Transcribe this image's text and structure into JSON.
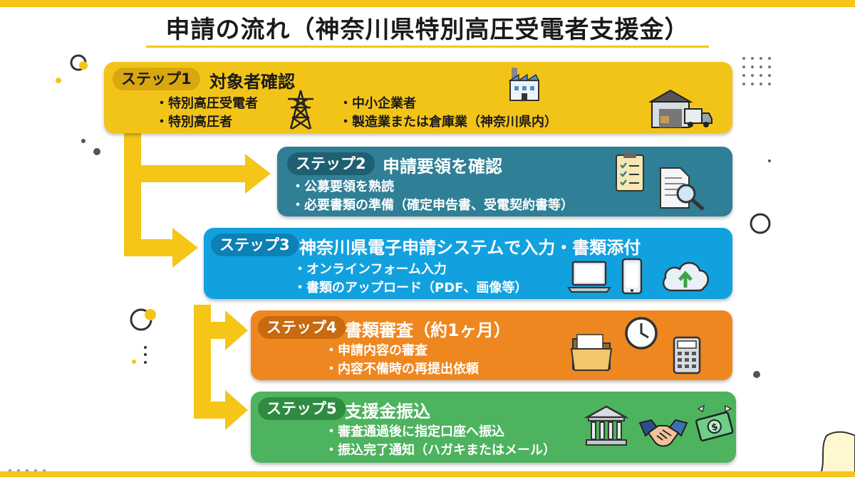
{
  "title": "申請の流れ（神奈川県特別高圧受電者支援金）",
  "colors": {
    "yellow": "#f3c418",
    "teal": "#2f7f96",
    "blue": "#12a1df",
    "orange": "#ee8720",
    "green": "#4db35e"
  },
  "steps": [
    {
      "badge": "ステップ1",
      "title": "対象者確認",
      "bullets_left": [
        "特別高圧受電者",
        "特別高圧者"
      ],
      "bullets_right": [
        "中小企業者",
        "製造業または倉庫業（神奈川県内）"
      ],
      "icons": [
        "transmission-tower-icon",
        "factory-icon",
        "warehouse-truck-icon"
      ]
    },
    {
      "badge": "ステップ2",
      "title": "申請要領を確認",
      "bullets": [
        "公募要領を熟読",
        "必要書類の準備（確定申告書、受電契約書等）"
      ],
      "icons": [
        "clipboard-checklist-icon",
        "document-magnifier-icon"
      ]
    },
    {
      "badge": "ステップ3",
      "title": "神奈川県電子申請システムで入力・書類添付",
      "bullets": [
        "オンラインフォーム入力",
        "書類のアップロード（PDF、画像等）"
      ],
      "icons": [
        "laptop-icon",
        "smartphone-icon",
        "cloud-upload-icon"
      ]
    },
    {
      "badge": "ステップ4",
      "title": "書類審査（約1ヶ月）",
      "bullets": [
        "申請内容の審査",
        "内容不備時の再提出依頼"
      ],
      "icons": [
        "folder-icon",
        "clock-icon",
        "calculator-icon"
      ]
    },
    {
      "badge": "ステップ5",
      "title": "支援金振込",
      "bullets": [
        "審査通過後に指定口座へ振込",
        "振込完了通知（ハガキまたはメール）"
      ],
      "icons": [
        "bank-icon",
        "handshake-icon",
        "flying-money-icon"
      ]
    }
  ]
}
